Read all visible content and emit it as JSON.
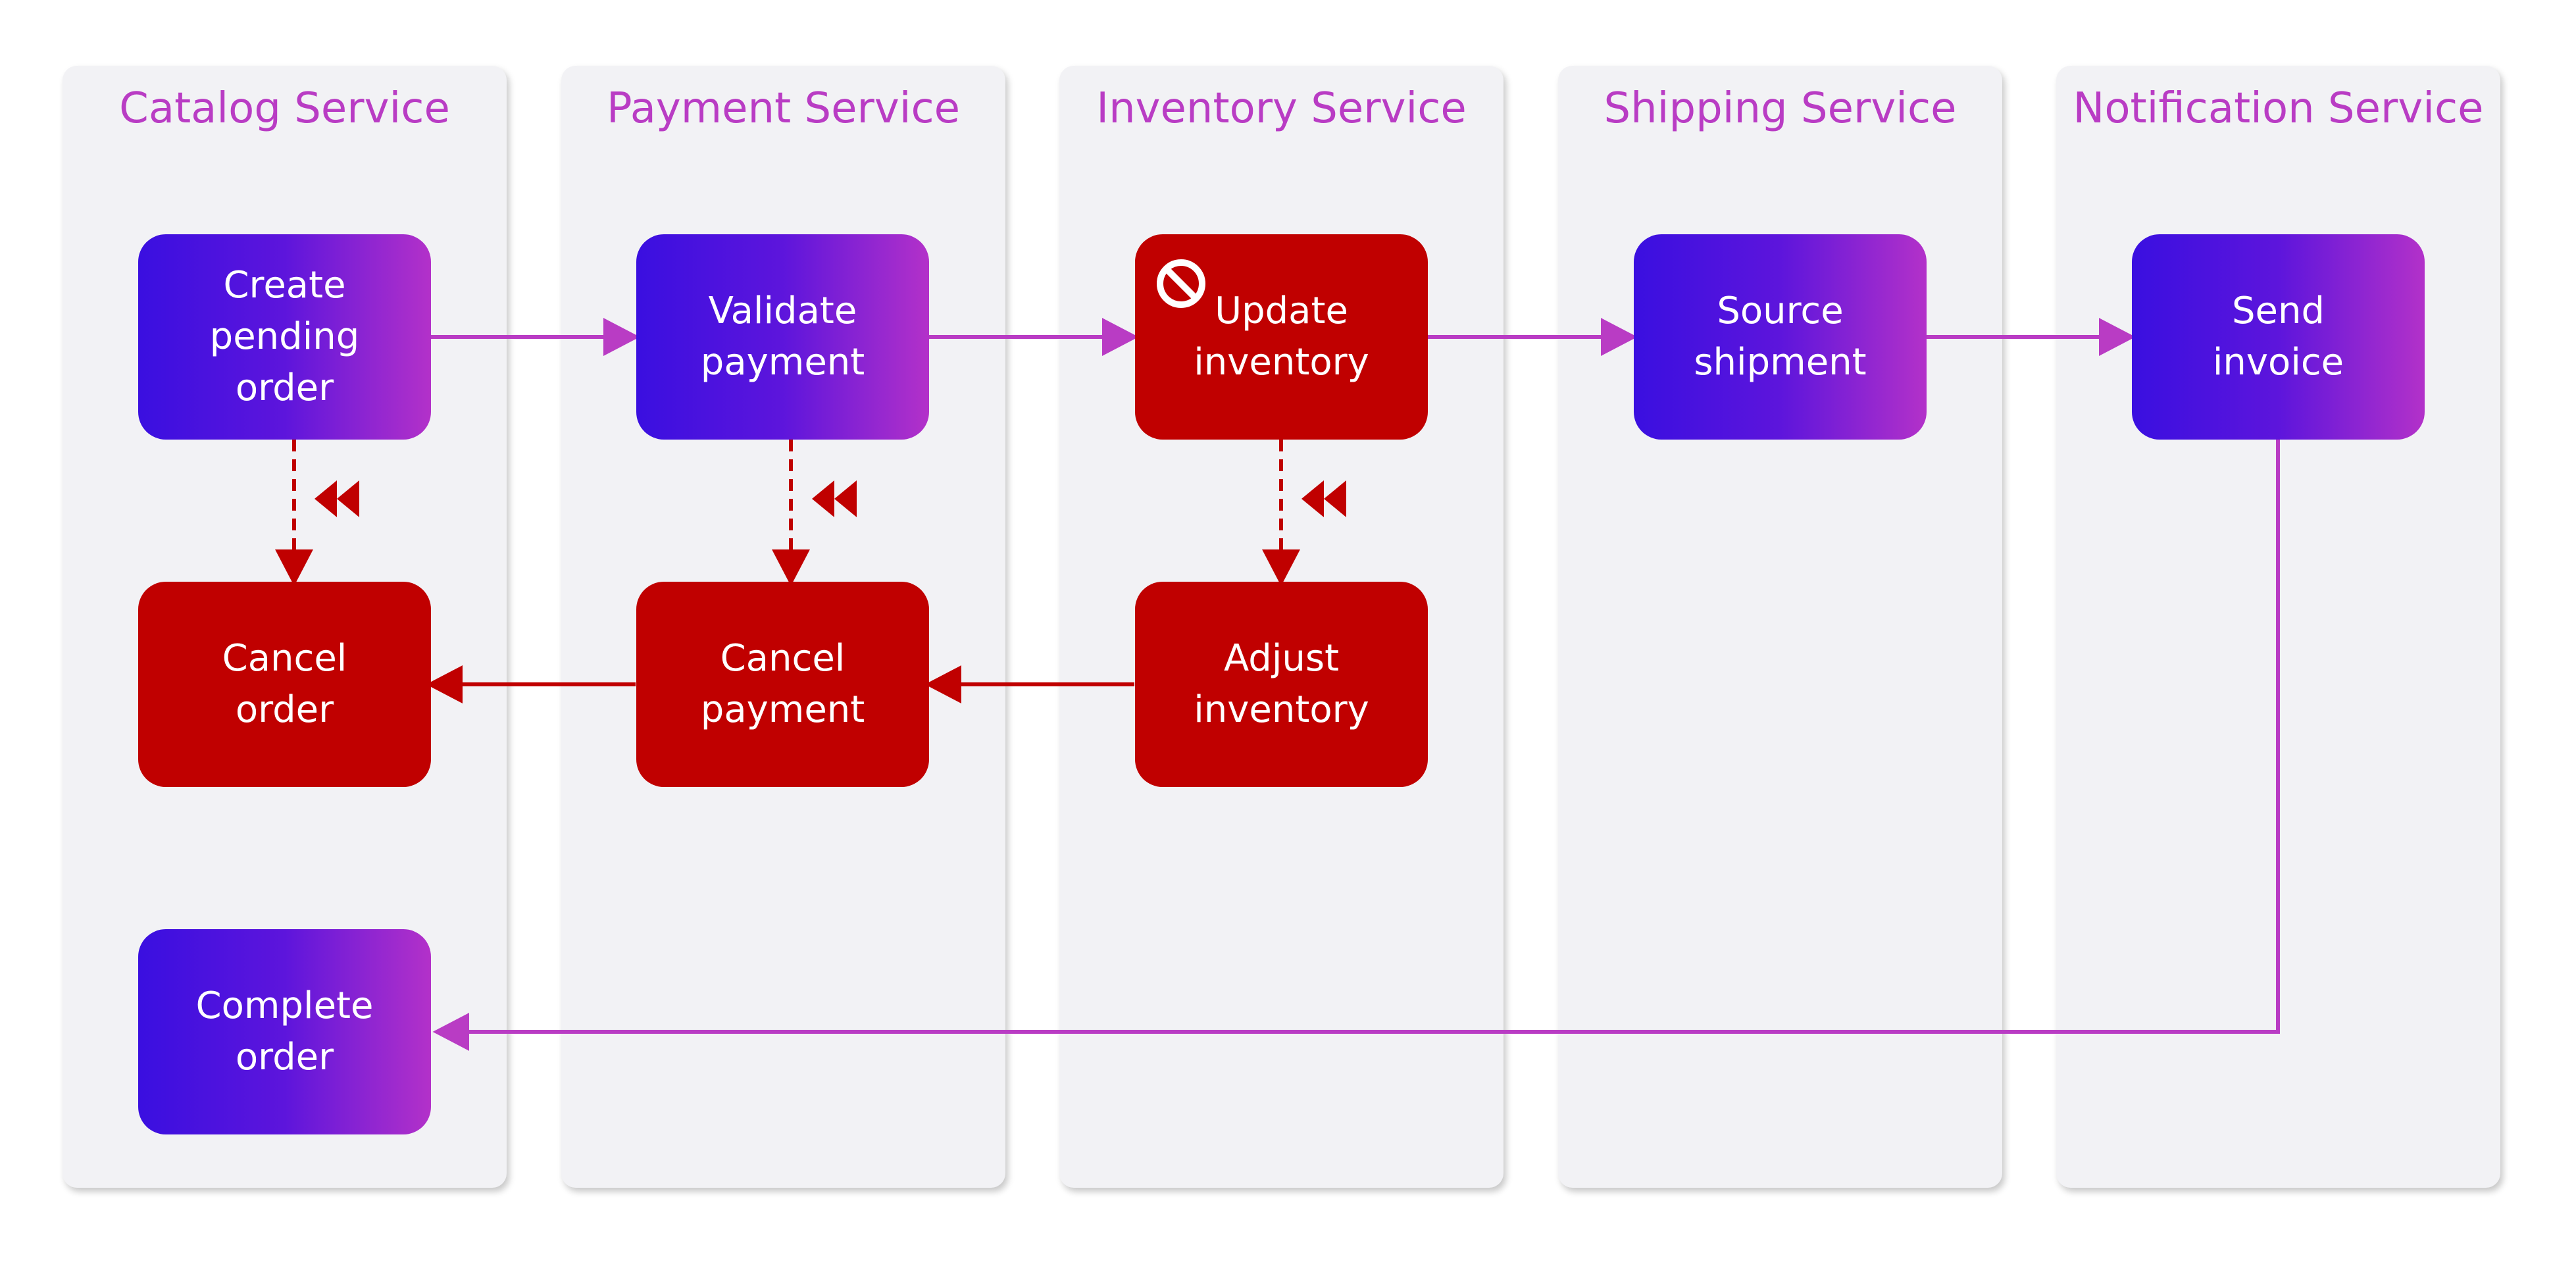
{
  "lanes": [
    {
      "title": "Catalog Service"
    },
    {
      "title": "Payment Service"
    },
    {
      "title": "Inventory Service"
    },
    {
      "title": "Shipping Service"
    },
    {
      "title": "Notification Service"
    }
  ],
  "nodes": {
    "create_pending_order": "Create\npending\norder",
    "validate_payment": "Validate\npayment",
    "update_inventory": "Update\ninventory",
    "source_shipment": "Source\nshipment",
    "send_invoice": "Send\ninvoice",
    "cancel_order": "Cancel\norder",
    "cancel_payment": "Cancel\npayment",
    "adjust_inventory": "Adjust\ninventory",
    "complete_order": "Complete\norder"
  },
  "colors": {
    "lane_title": "#b93cc4",
    "forward_flow": "#b93cc4",
    "compensation_flow": "#c00000",
    "gradient_start": "#3a0fe0",
    "gradient_end": "#b331c9",
    "failed_node": "#c00000",
    "lane_background": "#f2f2f5"
  },
  "icons": {
    "failure_marker": "prohibited-icon",
    "compensation_marker": "rewind-icon"
  }
}
